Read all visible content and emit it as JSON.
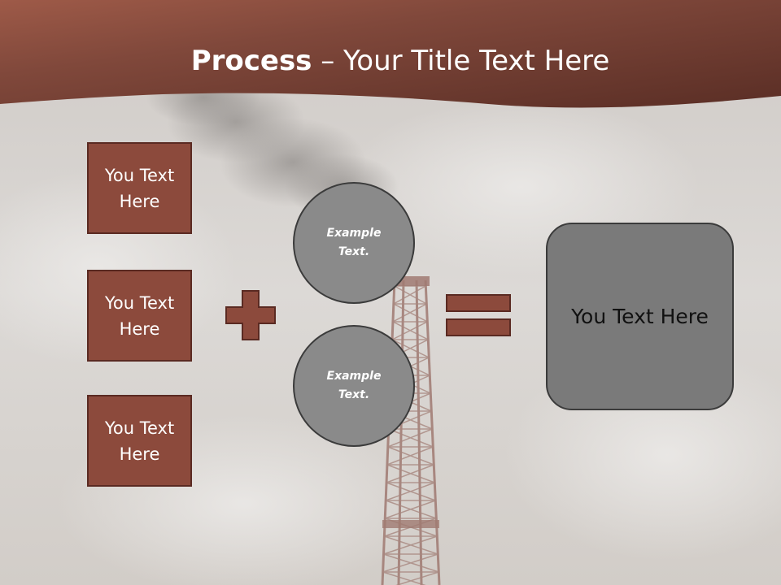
{
  "slide": {
    "title_bold": "Process",
    "title_rest": " – Your Title Text Here"
  },
  "inputs": [
    {
      "label": "You Text Here"
    },
    {
      "label": "You Text Here"
    },
    {
      "label": "You Text Here"
    }
  ],
  "circles": [
    {
      "label": "Example Text."
    },
    {
      "label": "Example Text."
    }
  ],
  "result": {
    "label": "You Text Here"
  },
  "colors": {
    "header": "#7a3f33",
    "box_fill": "#8c4a3c",
    "circle_fill": "#8a8a8a",
    "result_fill": "#7a7a7a"
  }
}
